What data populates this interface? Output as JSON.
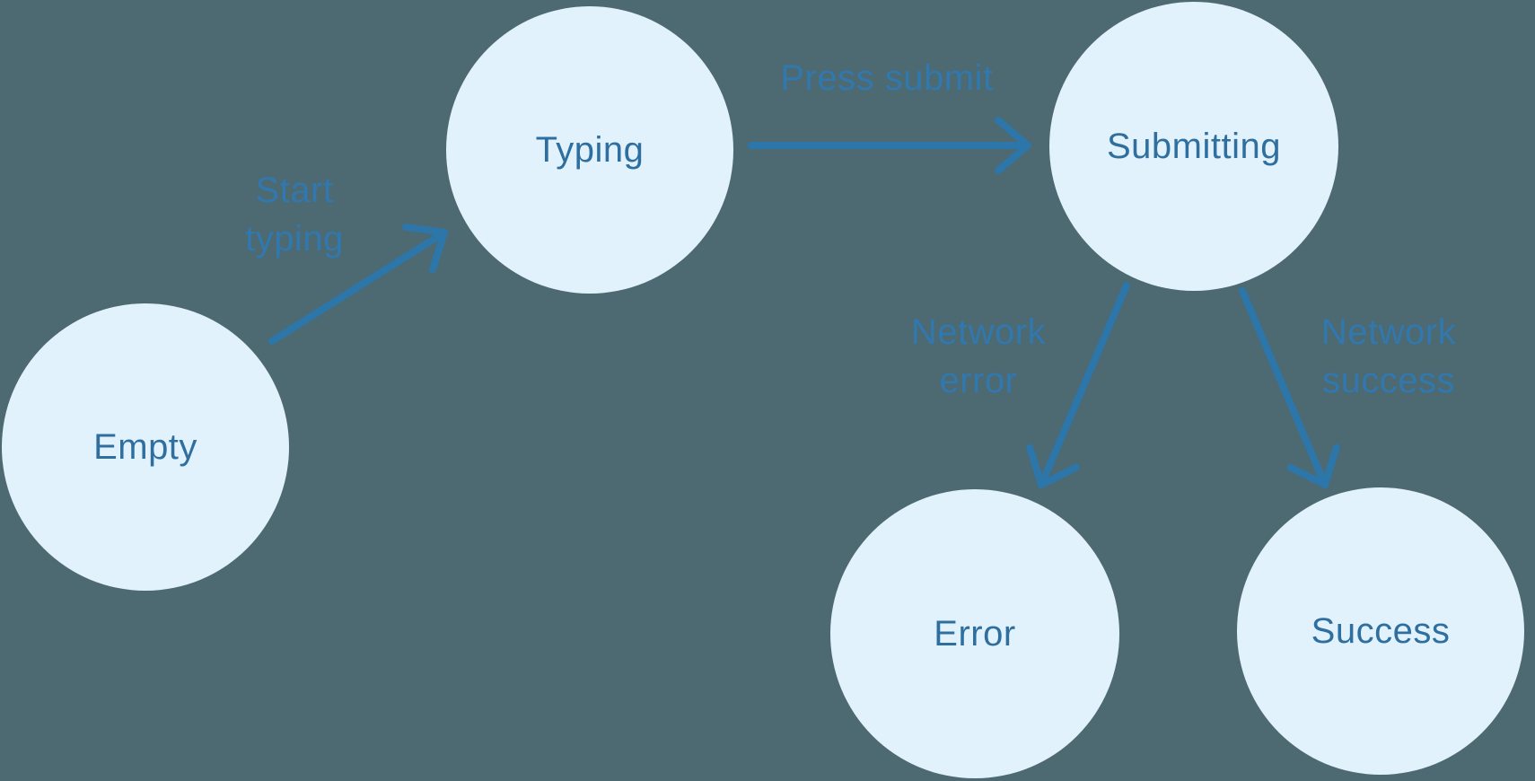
{
  "diagram": {
    "type": "state-machine",
    "colors": {
      "background": "#4D6972",
      "node_fill": "#E2F2FD",
      "node_text": "#2E6F9F",
      "arrow": "#2D76A9",
      "edge_label_text": "#3078AD"
    },
    "nodes": {
      "empty": {
        "label": "Empty"
      },
      "typing": {
        "label": "Typing"
      },
      "submitting": {
        "label": "Submitting"
      },
      "error": {
        "label": "Error"
      },
      "success": {
        "label": "Success"
      }
    },
    "edges": [
      {
        "from": "Empty",
        "to": "Typing",
        "label": "Start typing"
      },
      {
        "from": "Typing",
        "to": "Submitting",
        "label": "Press submit"
      },
      {
        "from": "Submitting",
        "to": "Error",
        "label": "Network error"
      },
      {
        "from": "Submitting",
        "to": "Success",
        "label": "Network success"
      }
    ],
    "edge_labels": {
      "start_typing": {
        "line1": "Start",
        "line2": "typing"
      },
      "press_submit": {
        "line1": "Press submit"
      },
      "network_error": {
        "line1": "Network",
        "line2": "error"
      },
      "network_success": {
        "line1": "Network",
        "line2": "success"
      }
    }
  }
}
